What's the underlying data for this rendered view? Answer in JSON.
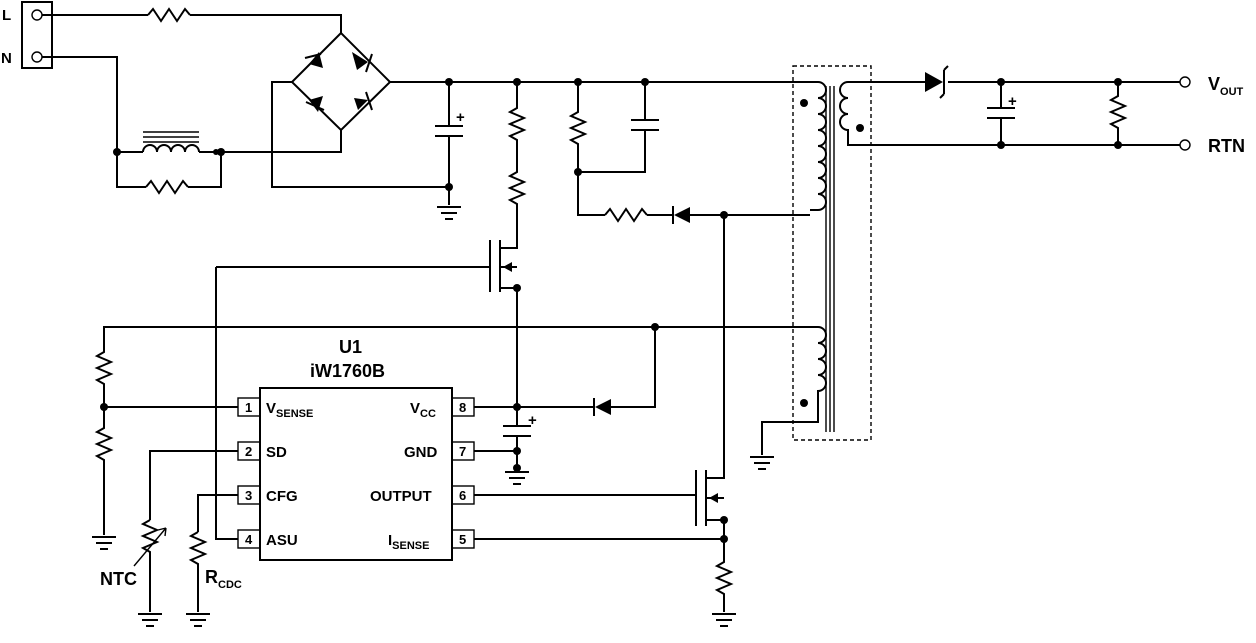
{
  "chip": {
    "ref": "U1",
    "part": "iW1760B",
    "pins_left": [
      {
        "num": "1",
        "name": "V",
        "sub": "SENSE"
      },
      {
        "num": "2",
        "name": "SD",
        "sub": ""
      },
      {
        "num": "3",
        "name": "CFG",
        "sub": ""
      },
      {
        "num": "4",
        "name": "ASU",
        "sub": ""
      }
    ],
    "pins_right": [
      {
        "num": "8",
        "name": "V",
        "sub": "CC"
      },
      {
        "num": "7",
        "name": "GND",
        "sub": ""
      },
      {
        "num": "6",
        "name": "OUTPUT",
        "sub": ""
      },
      {
        "num": "5",
        "name": "I",
        "sub": "SENSE"
      }
    ]
  },
  "terminals": {
    "line": "L",
    "neutral": "N",
    "vout_main": "V",
    "vout_sub": "OUT",
    "rtn": "RTN"
  },
  "components": {
    "ntc": "NTC",
    "rcdc_main": "R",
    "rcdc_sub": "CDC",
    "plus": "+"
  }
}
